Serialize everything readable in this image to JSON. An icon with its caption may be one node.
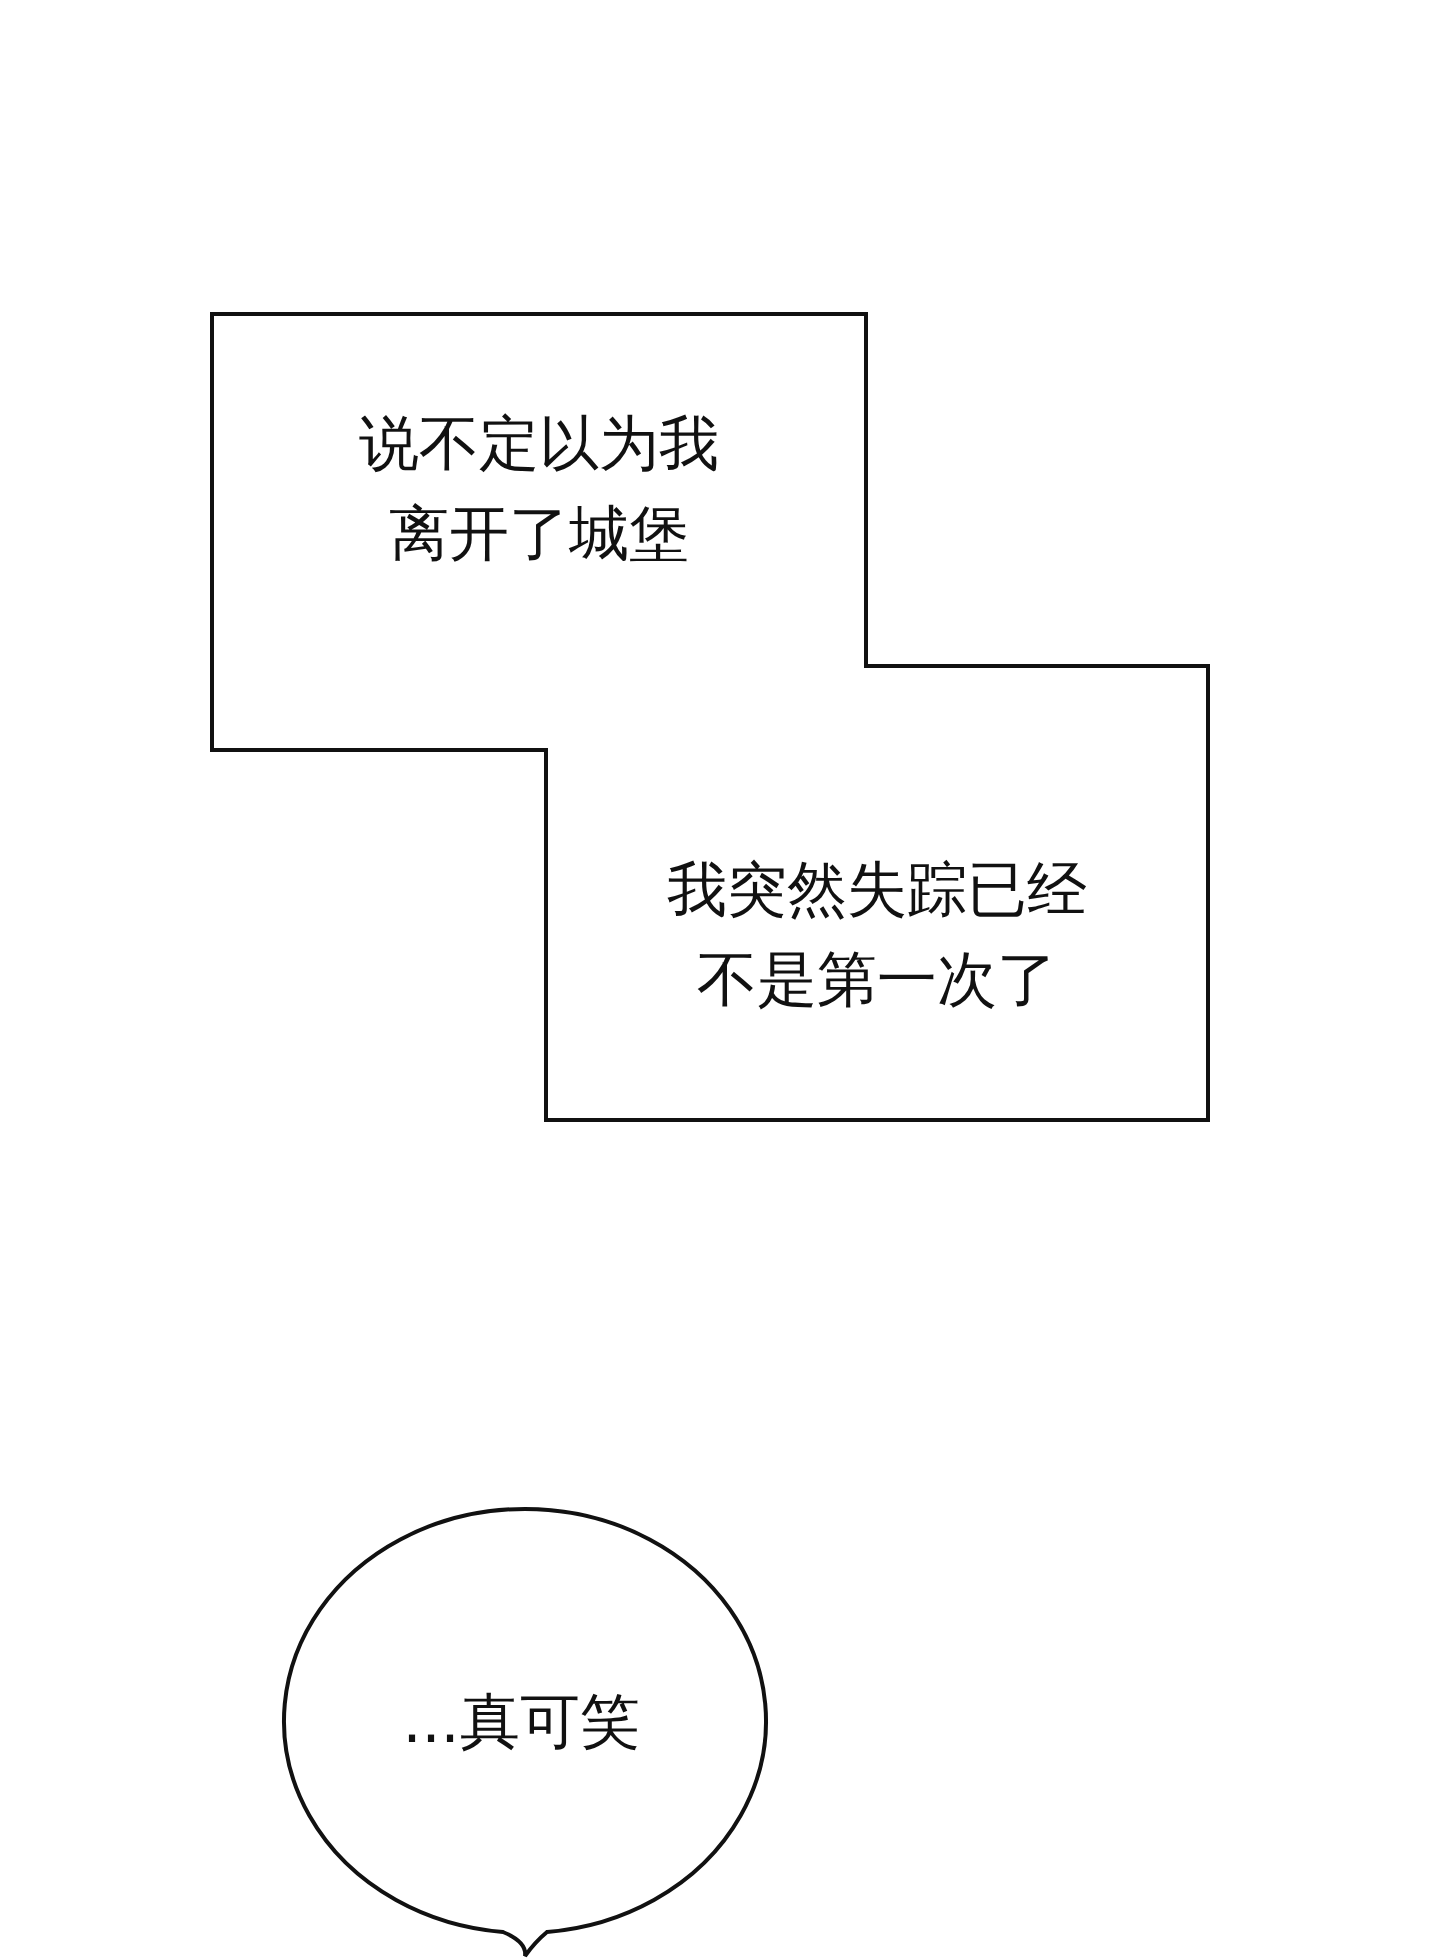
{
  "diagram": {
    "nodes": [
      {
        "text": [
          "说不定以为我离开了城堡"
        ]
      },
      {
        "text": [
          "我突然失踪已经不是第一次了"
        ]
      },
      {
        "text": [
          "...真可笑"
        ]
      }
    ]
  }
}
